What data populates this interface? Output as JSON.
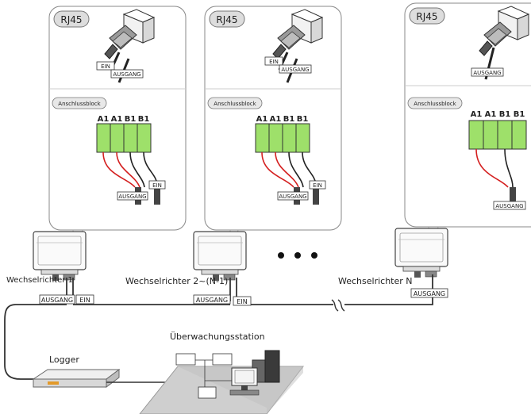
{
  "panels": [
    {
      "rj45": "RJ45",
      "in_label": "EIN",
      "out_label": "AUSGANG",
      "block_label": "Anschlussblock",
      "terminals": [
        "A1",
        "A1",
        "B1",
        "B1"
      ],
      "block_in": "EIN",
      "block_out": "AUSGANG"
    },
    {
      "rj45": "RJ45",
      "in_label": "EIN",
      "out_label": "AUSGANG",
      "block_label": "Anschlussblock",
      "terminals": [
        "A1",
        "A1",
        "B1",
        "B1"
      ],
      "block_in": "EIN",
      "block_out": "AUSGANG"
    },
    {
      "rj45": "RJ45",
      "out_label": "AUSGANG",
      "block_label": "Anschlussblock",
      "terminals": [
        "A1",
        "A1",
        "B1",
        "B1"
      ],
      "block_out": "AUSGANG"
    }
  ],
  "inverters": [
    "Wechselrichter 1",
    "Wechselrichter 2~(N-1)",
    "Wechselrichter N"
  ],
  "bus_labels": {
    "inv1_out": "AUSGANG",
    "inv1_in": "EIN",
    "inv2_out": "AUSGANG",
    "inv2_in": "EIN",
    "invN_out": "AUSGANG"
  },
  "logger": "Logger",
  "station": "Überwachungsstation",
  "colors": {
    "terminal_green": "#9ee06a",
    "wire_red": "#d41f1f",
    "outline": "#555555"
  }
}
